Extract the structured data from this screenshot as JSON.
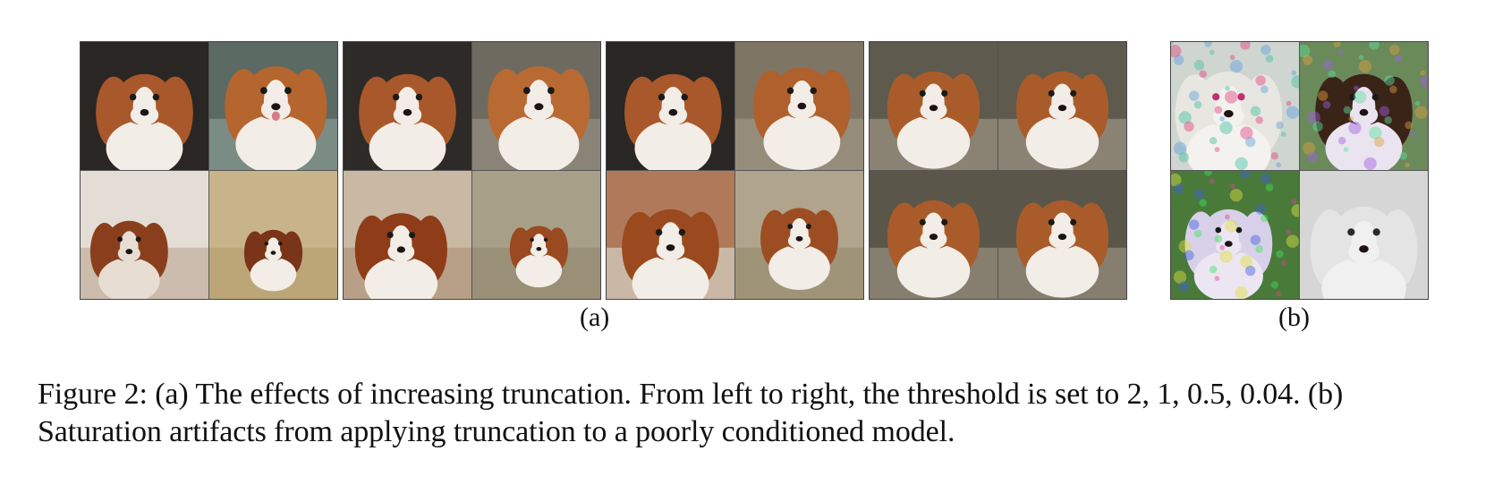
{
  "figure": {
    "subfigure_a_label": "(a)",
    "subfigure_b_label": "(b)",
    "caption": "Figure 2: (a) The effects of increasing truncation. From left to right, the threshold is set to 2, 1, 0.5, 0.04. (b) Saturation artifacts from applying truncation to a poorly conditioned model."
  }
}
